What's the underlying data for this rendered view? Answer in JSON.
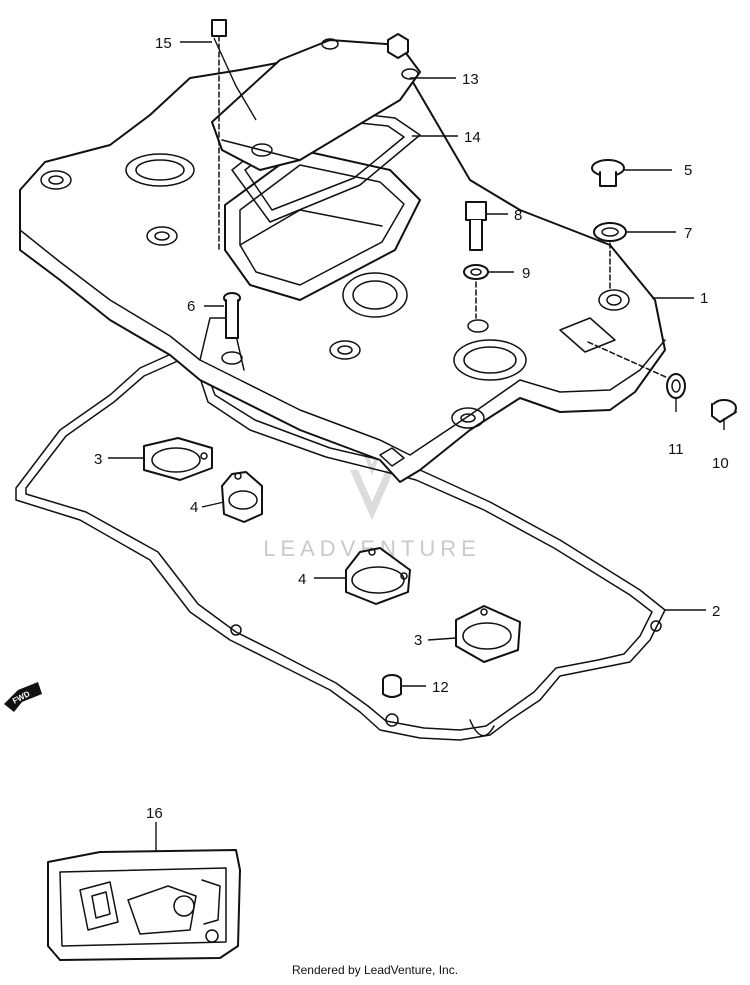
{
  "callouts": {
    "c1": "1",
    "c2": "2",
    "c3a": "3",
    "c3b": "3",
    "c4a": "4",
    "c4b": "4",
    "c5": "5",
    "c6": "6",
    "c7": "7",
    "c8": "8",
    "c9": "9",
    "c10": "10",
    "c11": "11",
    "c12": "12",
    "c13": "13",
    "c14": "14",
    "c15": "15",
    "c16": "16"
  },
  "direction_label": "FWD",
  "watermark": "LEADVENTURE",
  "footer": "Rendered by LeadVenture, Inc.",
  "colors": {
    "line": "#111111",
    "watermark": "#c9c9c9",
    "background": "#ffffff"
  }
}
